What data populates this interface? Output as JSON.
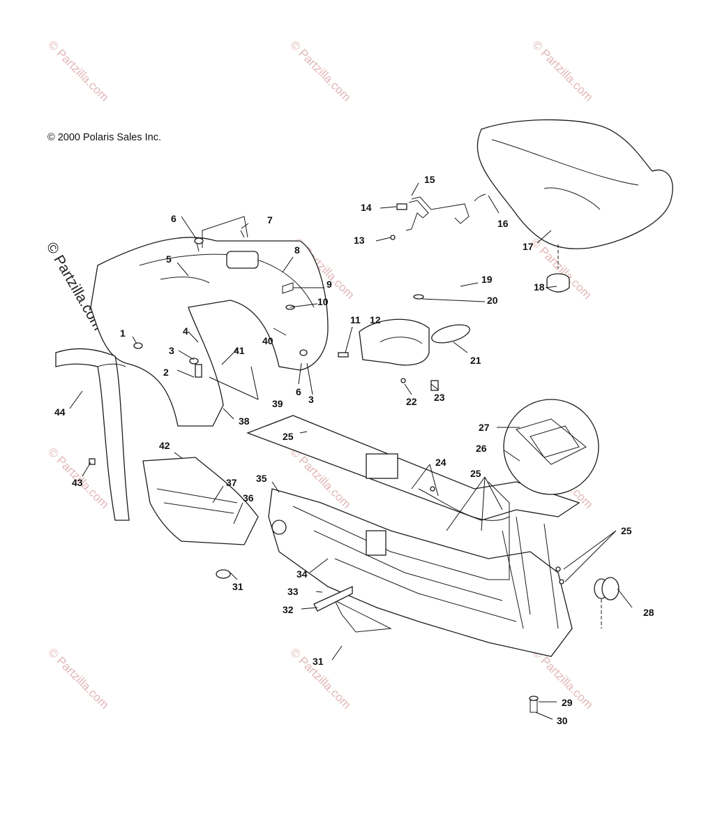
{
  "copyright": "© 2000 Polaris Sales Inc.",
  "watermark": "© Partzilla.com",
  "colors": {
    "watermark": "#e2b6b6",
    "ink": "#111111",
    "background": "#ffffff"
  },
  "labels": {
    "l1": "1",
    "l2": "2",
    "l3a": "3",
    "l3b": "3",
    "l4": "4",
    "l5": "5",
    "l6a": "6",
    "l6b": "6",
    "l7": "7",
    "l8": "8",
    "l9": "9",
    "l10": "10",
    "l11": "11",
    "l12": "12",
    "l13": "13",
    "l14": "14",
    "l15": "15",
    "l16": "16",
    "l17": "17",
    "l18": "18",
    "l19": "19",
    "l20": "20",
    "l21": "21",
    "l22": "22",
    "l23": "23",
    "l24": "24",
    "l25a": "25",
    "l25b": "25",
    "l25c": "25",
    "l26": "26",
    "l27": "27",
    "l28": "28",
    "l29": "29",
    "l30": "30",
    "l31a": "31",
    "l31b": "31",
    "l32": "32",
    "l33": "33",
    "l34": "34",
    "l35": "35",
    "l36": "36",
    "l37": "37",
    "l38": "38",
    "l39": "39",
    "l40": "40",
    "l41": "41",
    "l42": "42",
    "l43": "43",
    "l44": "44"
  }
}
